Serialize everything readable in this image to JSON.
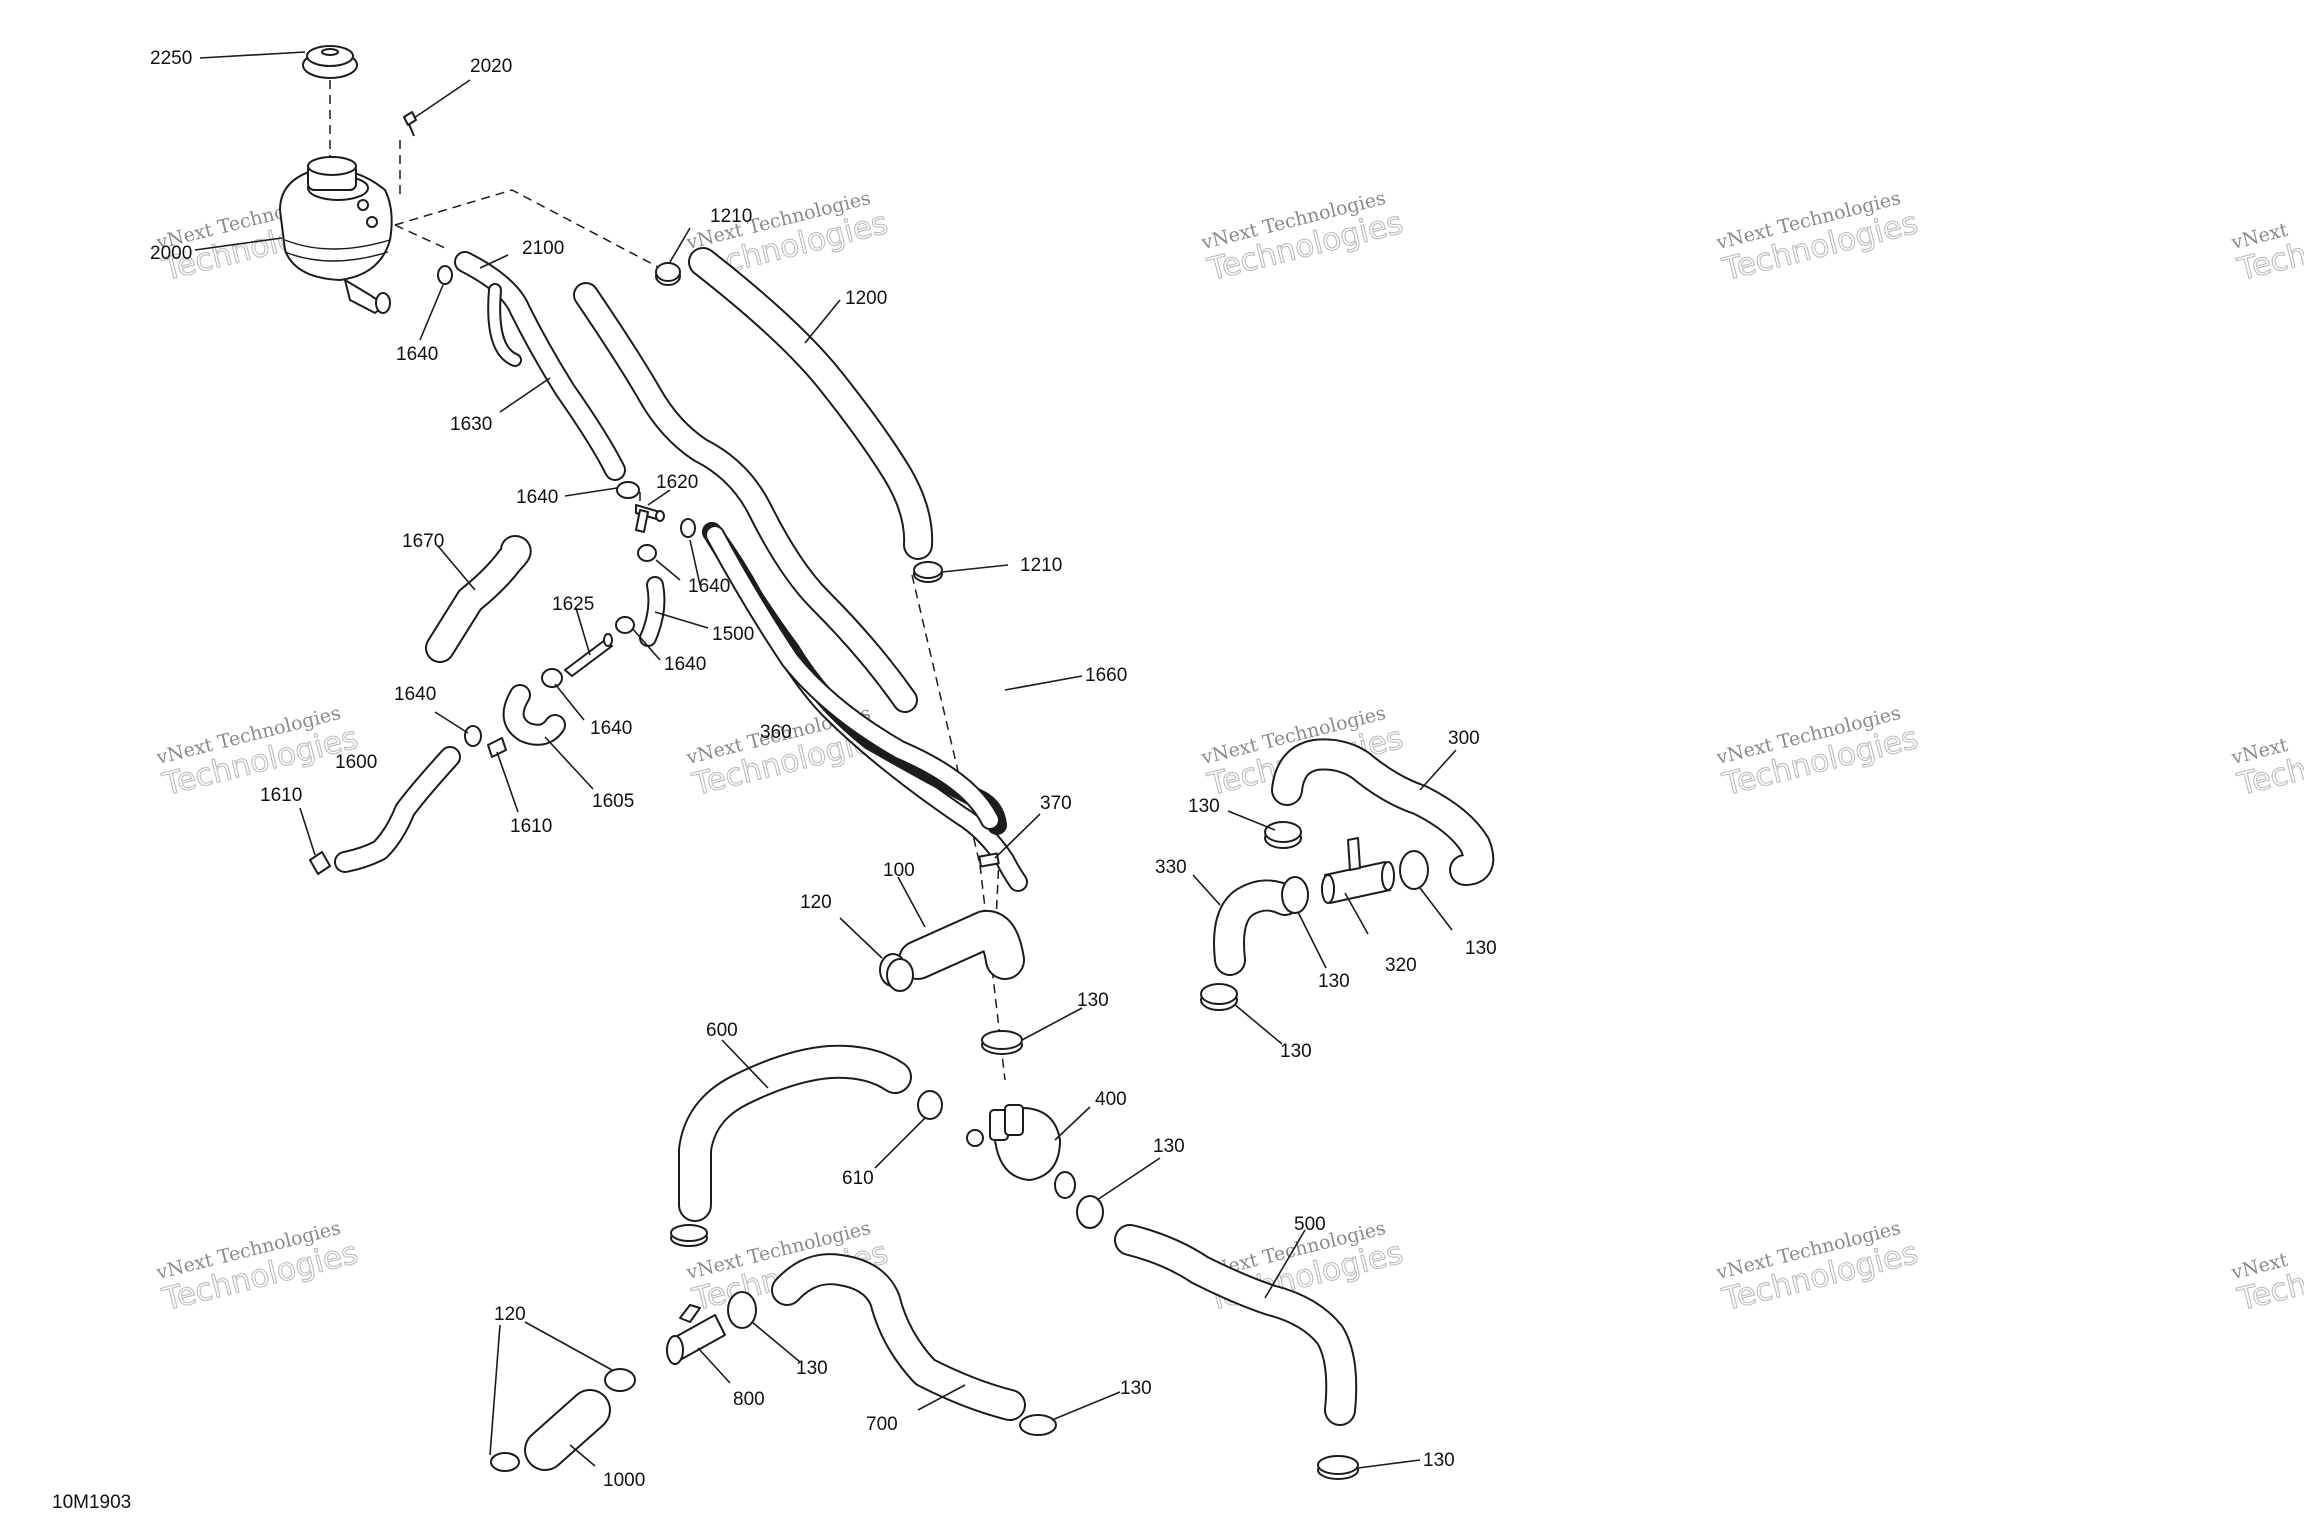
{
  "diagram_code": "10M1903",
  "watermark": {
    "line1": "vNext Technologies",
    "line2": "Technologies",
    "corner": "vNext"
  },
  "labels": {
    "p2250": "2250",
    "p2020": "2020",
    "p2000": "2000",
    "p2100": "2100",
    "p1210a": "1210",
    "p1200": "1200",
    "p1640a": "1640",
    "p1630": "1630",
    "p1640b": "1640",
    "p1620": "1620",
    "p1210b": "1210",
    "p1670": "1670",
    "p1640c": "1640",
    "p1625": "1625",
    "p1500": "1500",
    "p1640d": "1640",
    "p1660": "1660",
    "p1640e": "1640",
    "p1640f": "1640",
    "p360": "360",
    "p1600": "1600",
    "p1610a": "1610",
    "p1605": "1605",
    "p1610b": "1610",
    "p300": "300",
    "p130a": "130",
    "p370": "370",
    "p330": "330",
    "p100": "100",
    "p120a": "120",
    "p130b": "130",
    "p320": "320",
    "p130c": "130",
    "p130d": "130",
    "p130e": "130",
    "p600": "600",
    "p400": "400",
    "p610": "610",
    "p130f": "130",
    "p500": "500",
    "p120b": "120",
    "p130g": "130",
    "p800": "800",
    "p130h": "130",
    "p700": "700",
    "p1000": "1000",
    "p130i": "130"
  }
}
